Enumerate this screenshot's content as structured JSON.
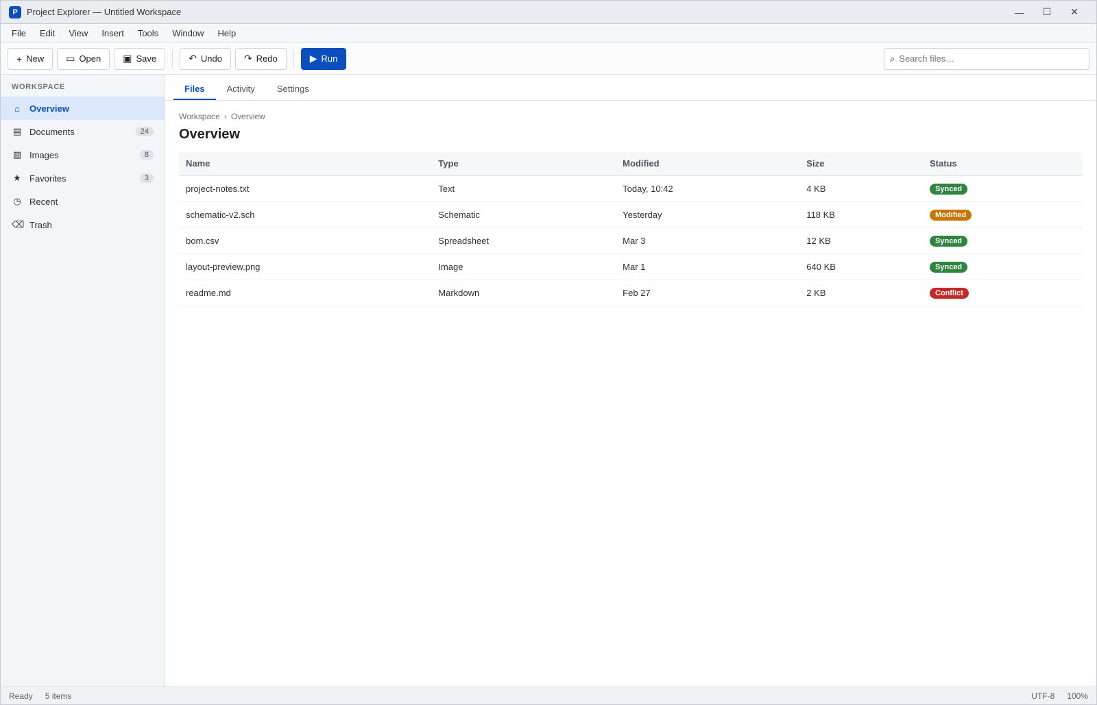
{
  "app": {
    "title": "Project Explorer — Untitled Workspace",
    "icon_letter": "P",
    "accent_color": "#0b4fbf"
  },
  "window_controls": {
    "minimize": "—",
    "maximize": "☐",
    "close": "✕"
  },
  "menu": [
    "File",
    "Edit",
    "View",
    "Insert",
    "Tools",
    "Window",
    "Help"
  ],
  "toolbar": {
    "new": {
      "icon": "plus-icon",
      "glyph": "+",
      "label": "New"
    },
    "open": {
      "icon": "folder-icon",
      "glyph": "▭",
      "label": "Open"
    },
    "save": {
      "icon": "save-icon",
      "glyph": "▣",
      "label": "Save"
    },
    "undo": {
      "icon": "undo-icon",
      "glyph": "↶",
      "label": "Undo"
    },
    "redo": {
      "icon": "redo-icon",
      "glyph": "↷",
      "label": "Redo"
    },
    "run": {
      "icon": "play-icon",
      "glyph": "▶",
      "label": "Run"
    },
    "search": {
      "glyph": "⌕",
      "placeholder": "Search files…",
      "value": ""
    }
  },
  "sidebar": {
    "heading": "Workspace",
    "items": [
      {
        "icon": "home-icon",
        "glyph": "⌂",
        "label": "Overview",
        "count": "",
        "active": true
      },
      {
        "icon": "file-icon",
        "glyph": "▤",
        "label": "Documents",
        "count": "24",
        "active": false
      },
      {
        "icon": "image-icon",
        "glyph": "▨",
        "label": "Images",
        "count": "8",
        "active": false
      },
      {
        "icon": "star-icon",
        "glyph": "★",
        "label": "Favorites",
        "count": "3",
        "active": false
      },
      {
        "icon": "clock-icon",
        "glyph": "◷",
        "label": "Recent",
        "count": "",
        "active": false
      },
      {
        "icon": "trash-icon",
        "glyph": "⌫",
        "label": "Trash",
        "count": "",
        "active": false
      }
    ]
  },
  "tabs": [
    {
      "label": "Files",
      "active": true
    },
    {
      "label": "Activity",
      "active": false
    },
    {
      "label": "Settings",
      "active": false
    }
  ],
  "breadcrumb": [
    "Workspace",
    "Overview"
  ],
  "page_title": "Overview",
  "table": {
    "columns": [
      "Name",
      "Type",
      "Modified",
      "Size",
      "Status"
    ],
    "rows": [
      {
        "name": "project-notes.txt",
        "type": "Text",
        "modified": "Today, 10:42",
        "size": "4 KB",
        "status": "Synced",
        "status_color": "#2e8540"
      },
      {
        "name": "schematic-v2.sch",
        "type": "Schematic",
        "modified": "Yesterday",
        "size": "118 KB",
        "status": "Modified",
        "status_color": "#c77700"
      },
      {
        "name": "bom.csv",
        "type": "Spreadsheet",
        "modified": "Mar 3",
        "size": "12 KB",
        "status": "Synced",
        "status_color": "#2e8540"
      },
      {
        "name": "layout-preview.png",
        "type": "Image",
        "modified": "Mar 1",
        "size": "640 KB",
        "status": "Synced",
        "status_color": "#2e8540"
      },
      {
        "name": "readme.md",
        "type": "Markdown",
        "modified": "Feb 27",
        "size": "2 KB",
        "status": "Conflict",
        "status_color": "#c62828"
      }
    ]
  },
  "status": {
    "left": "Ready",
    "items_count": "5 items",
    "encoding": "UTF-8",
    "zoom": "100%"
  }
}
